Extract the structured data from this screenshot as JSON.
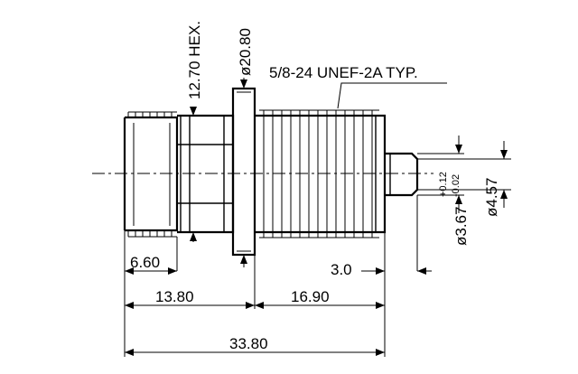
{
  "drawing": {
    "dimensions": {
      "hex": "12.70 HEX.",
      "flange_dia": "ø20.80",
      "thread": "5/8-24 UNEF-2A TYP.",
      "pin_dia": "ø3.67",
      "pin_tol_upper": "+0.12",
      "pin_tol_lower": "-0.02",
      "tip_dia": "ø4.57",
      "front_len": "6.60",
      "pin_len": "3.0",
      "left_len": "13.80",
      "right_len": "16.90",
      "overall_len": "33.80"
    }
  }
}
